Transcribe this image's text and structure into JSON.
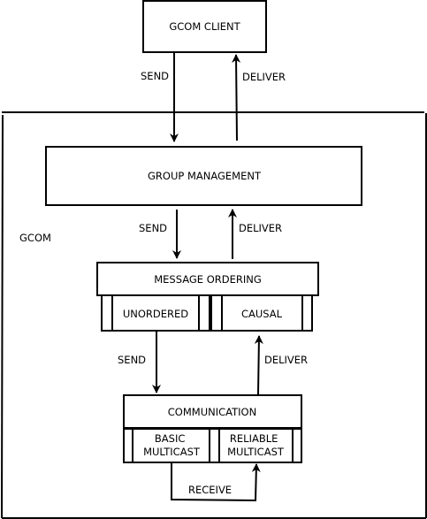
{
  "nodes": {
    "client": "GCOM CLIENT",
    "group_management": "GROUP MANAGEMENT",
    "gcom": "GCOM",
    "message_ordering": "MESSAGE ORDERING",
    "unordered": "UNORDERED",
    "causal": "CAUSAL",
    "communication": "COMMUNICATION",
    "basic_multicast": [
      "BASIC",
      "MULTICAST"
    ],
    "reliable_multicast": [
      "RELIABLE",
      "MULTICAST"
    ]
  },
  "edges": {
    "send1": "SEND",
    "deliver1": "DELIVER",
    "send2": "SEND",
    "deliver2": "DELIVER",
    "send3": "SEND",
    "deliver3": "DELIVER",
    "receive": "RECEIVE"
  }
}
